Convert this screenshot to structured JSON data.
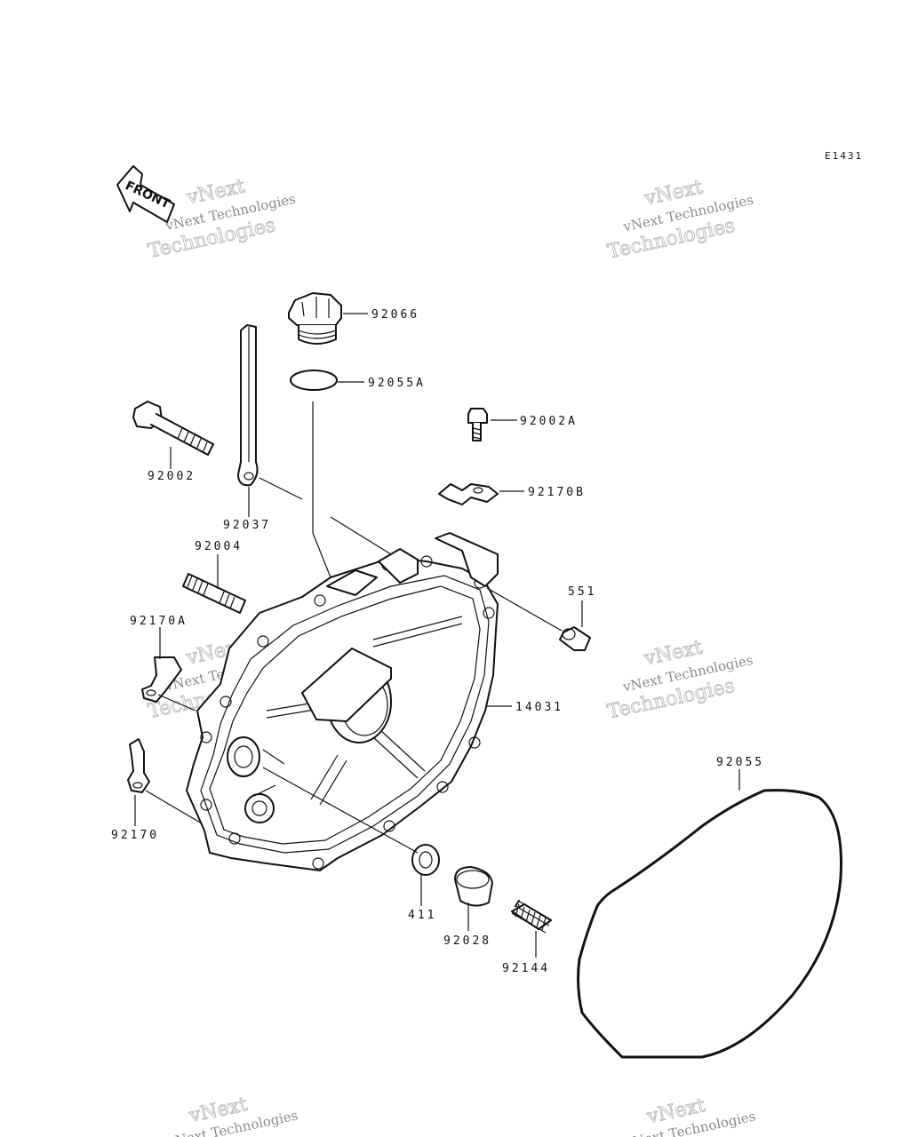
{
  "diagram_code": "E1431",
  "front_label": "FRONT",
  "watermark": {
    "name_top": "vNext",
    "name_full": "vNext Technologies",
    "name_bottom": "Technologies"
  },
  "parts": {
    "p92066": "92066",
    "p92055A": "92055A",
    "p92002A": "92002A",
    "p92170B": "92170B",
    "p92002": "92002",
    "p92037": "92037",
    "p92004": "92004",
    "p551": "551",
    "p92170A": "92170A",
    "p14031": "14031",
    "p92055": "92055",
    "p92170": "92170",
    "p411": "411",
    "p92028": "92028",
    "p92144": "92144"
  }
}
